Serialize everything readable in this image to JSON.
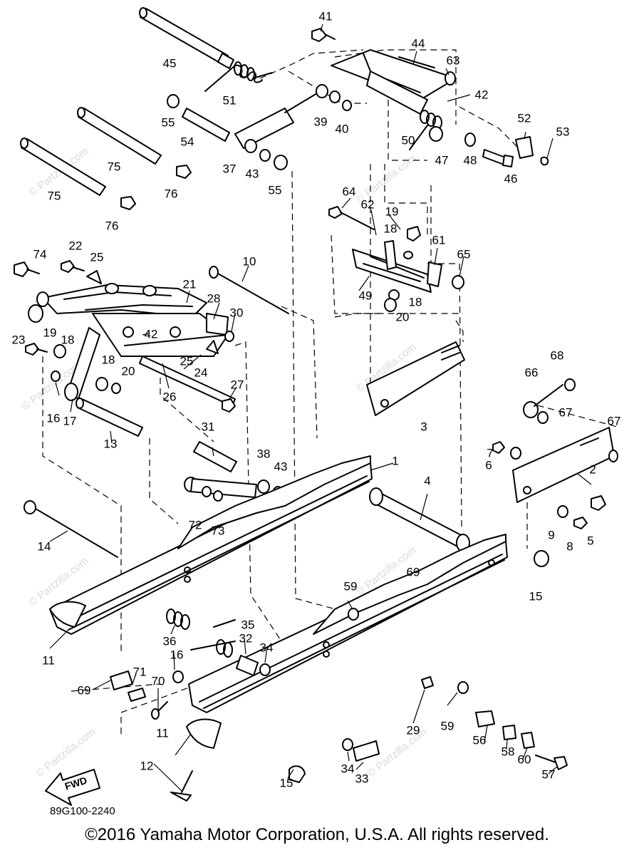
{
  "diagram": {
    "part_numbers": [
      "1",
      "2",
      "3",
      "4",
      "5",
      "6",
      "7",
      "8",
      "9",
      "10",
      "11",
      "12",
      "13",
      "14",
      "15",
      "16",
      "17",
      "18",
      "19",
      "20",
      "21",
      "22",
      "23",
      "24",
      "25",
      "26",
      "27",
      "28",
      "29",
      "30",
      "31",
      "32",
      "33",
      "34",
      "35",
      "36",
      "37",
      "38",
      "39",
      "40",
      "41",
      "42",
      "43",
      "44",
      "45",
      "46",
      "47",
      "48",
      "49",
      "50",
      "51",
      "52",
      "53",
      "54",
      "55",
      "56",
      "57",
      "58",
      "59",
      "60",
      "61",
      "62",
      "63",
      "64",
      "65",
      "66",
      "67",
      "68",
      "69",
      "70",
      "71",
      "72",
      "73",
      "74",
      "75",
      "76"
    ],
    "watermark": "© Partzilla.com",
    "direction_arrow_label": "FWD",
    "diagram_code": "89G100-2240"
  },
  "footer": {
    "copyright": "©2016 Yamaha Motor Corporation, U.S.A. All rights reserved."
  }
}
